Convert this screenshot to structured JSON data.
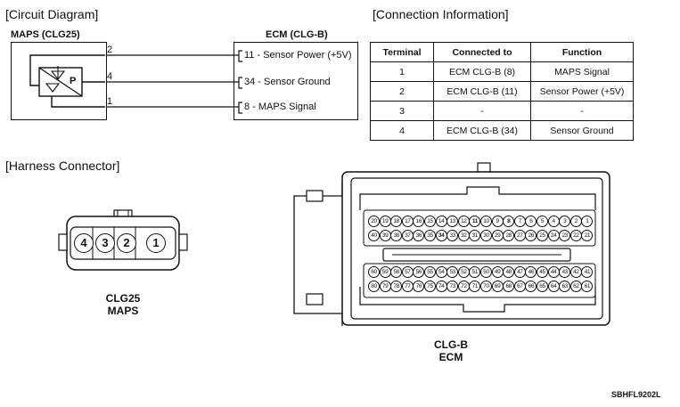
{
  "sections": {
    "circuit": "[Circuit Diagram]",
    "connection": "[Connection Information]",
    "harness": "[Harness Connector]"
  },
  "circuit": {
    "maps_title": "MAPS (CLG25)",
    "ecm_title": "ECM (CLG-B)",
    "sensor_letter": "P",
    "maps_pins": [
      "2",
      "4",
      "1"
    ],
    "ecm_pins": [
      "11 - Sensor Power (+5V)",
      "34 - Sensor Ground",
      "8 - MAPS Signal"
    ]
  },
  "table": {
    "headers": [
      "Terminal",
      "Connected to",
      "Function"
    ],
    "rows": [
      [
        "1",
        "ECM CLG-B (8)",
        "MAPS Signal"
      ],
      [
        "2",
        "ECM CLG-B (11)",
        "Sensor Power (+5V)"
      ],
      [
        "3",
        "-",
        "-"
      ],
      [
        "4",
        "ECM CLG-B (34)",
        "Sensor Ground"
      ]
    ]
  },
  "connectors": {
    "maps_pins": [
      "4",
      "3",
      "2",
      "1"
    ],
    "maps_caption": [
      "CLG25",
      "MAPS"
    ],
    "ecm_caption": [
      "CLG-B",
      "ECM"
    ]
  },
  "figure_code": "SBHFL9202L"
}
